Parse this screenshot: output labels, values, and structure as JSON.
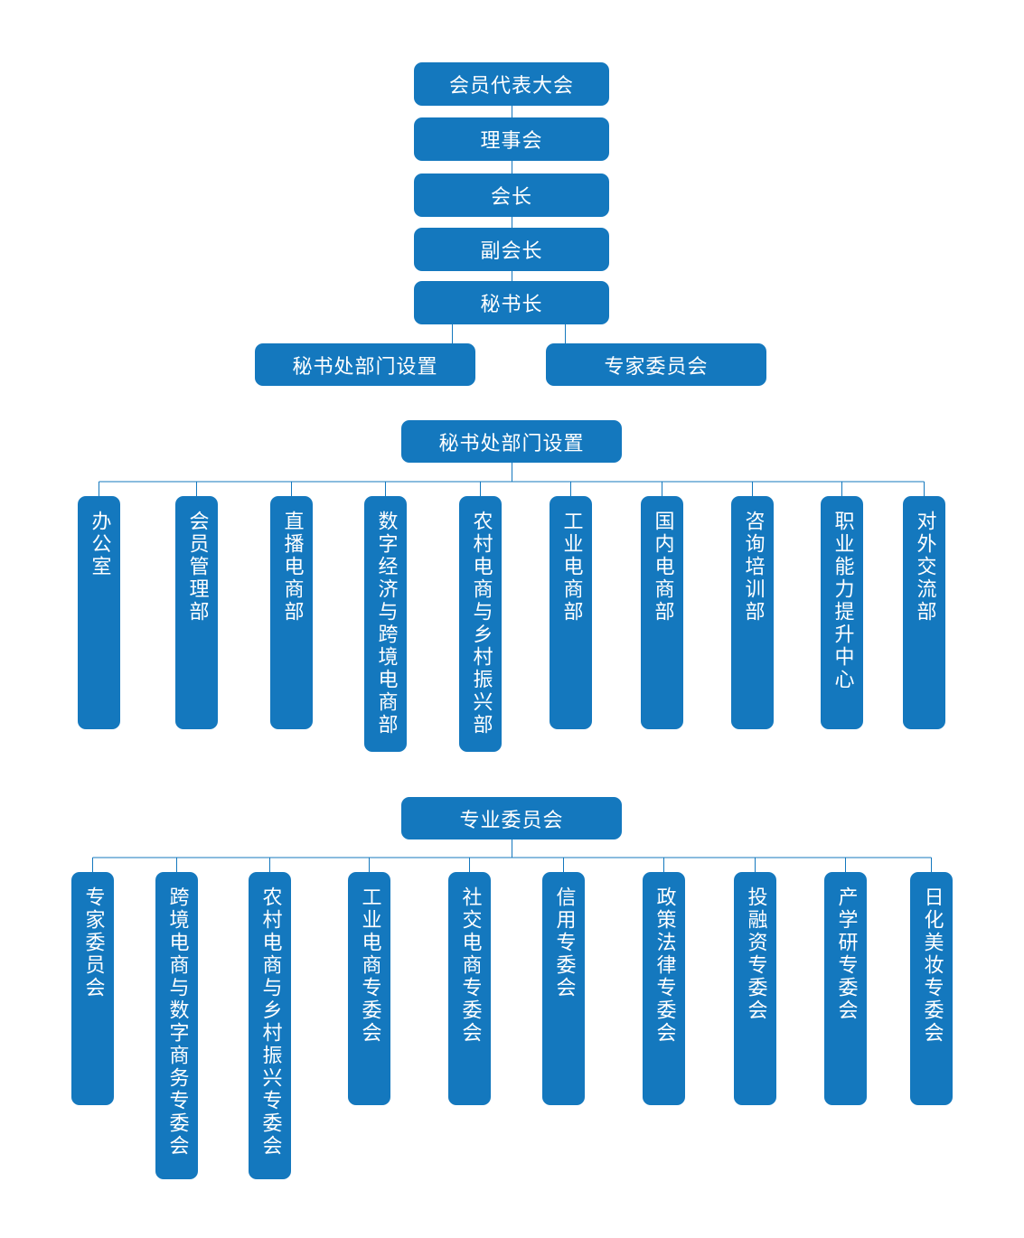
{
  "colors": {
    "box": "#1478be",
    "line": "#1478be"
  },
  "chain": [
    "会员代表大会",
    "理事会",
    "会长",
    "副会长",
    "秘书长"
  ],
  "branches": [
    "秘书处部门设置",
    "专家委员会"
  ],
  "secretariat": {
    "title": "秘书处部门设置",
    "departments": [
      "办公室",
      "会员管理部",
      "直播电商部",
      "数字经济与跨境电商部",
      "农村电商与乡村振兴部",
      "工业电商部",
      "国内电商部",
      "咨询培训部",
      "职业能力提升中心",
      "对外交流部"
    ]
  },
  "committees": {
    "title": "专业委员会",
    "items": [
      "专家委员会",
      "跨境电商与数字商务专委会",
      "农村电商与乡村振兴专委会",
      "工业电商专委会",
      "社交电商专委会",
      "信用专委会",
      "政策法律专委会",
      "投融资专委会",
      "产学研专委会",
      "日化美妆专委会"
    ]
  }
}
